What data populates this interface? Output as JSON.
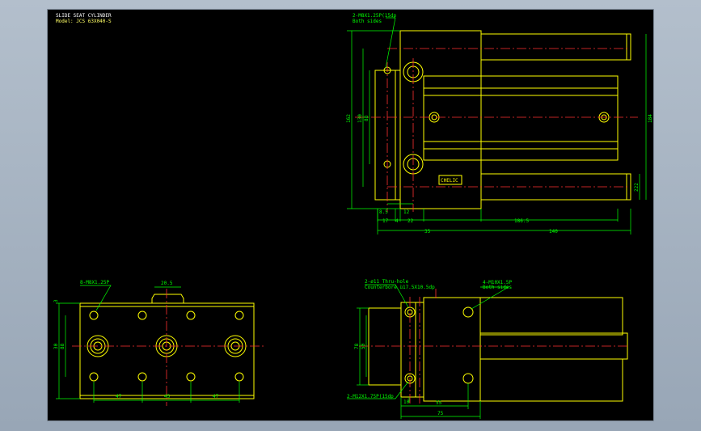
{
  "title_block": {
    "title": "SLIDE SEAT CYLINDER",
    "model": "Model: JCS 63X040-S"
  },
  "colors": {
    "background": "#000000",
    "outline": "#ffff00",
    "dimension": "#00ff00",
    "centerline": "#ff0000",
    "hole": "#ff3030",
    "text": "#ffffff"
  },
  "callouts": {
    "top_right_holes": "2-M8X1.25P(15dp",
    "top_right_holes_sub": "Both sides",
    "bl_top_holes": "8-M8X1.25P",
    "bl_top_dim": "20.5",
    "br_holes_a": "2-ø11 Thru-hole",
    "br_holes_a_sub": "Counterbore ù17.5X10.5dp",
    "br_holes_b": "4-M10X1.5P",
    "br_holes_b_sub": "Both sides",
    "br_holes_c": "2-M12X1.75P(15dp",
    "badge": "CHELIC"
  },
  "dims": {
    "tr_height_162": "162",
    "tr_height_130": "130",
    "tr_height_88": "88",
    "tr_height_184": "184",
    "tr_height_222": "222",
    "tr_85": "8.5",
    "tr_12": "12",
    "tr_17": "17",
    "tr_4": "4",
    "tr_22": "22",
    "tr_1865": "186.5",
    "tr_35": "35",
    "tr_140": "140",
    "bl_3": "3",
    "bl_30": "30",
    "bl_88": "88",
    "bl_47a": "47",
    "bl_45": "45",
    "bl_47b": "47",
    "br_78": "78",
    "br_50": "50",
    "br_10": "10",
    "br_55": "55",
    "br_75": "75"
  }
}
